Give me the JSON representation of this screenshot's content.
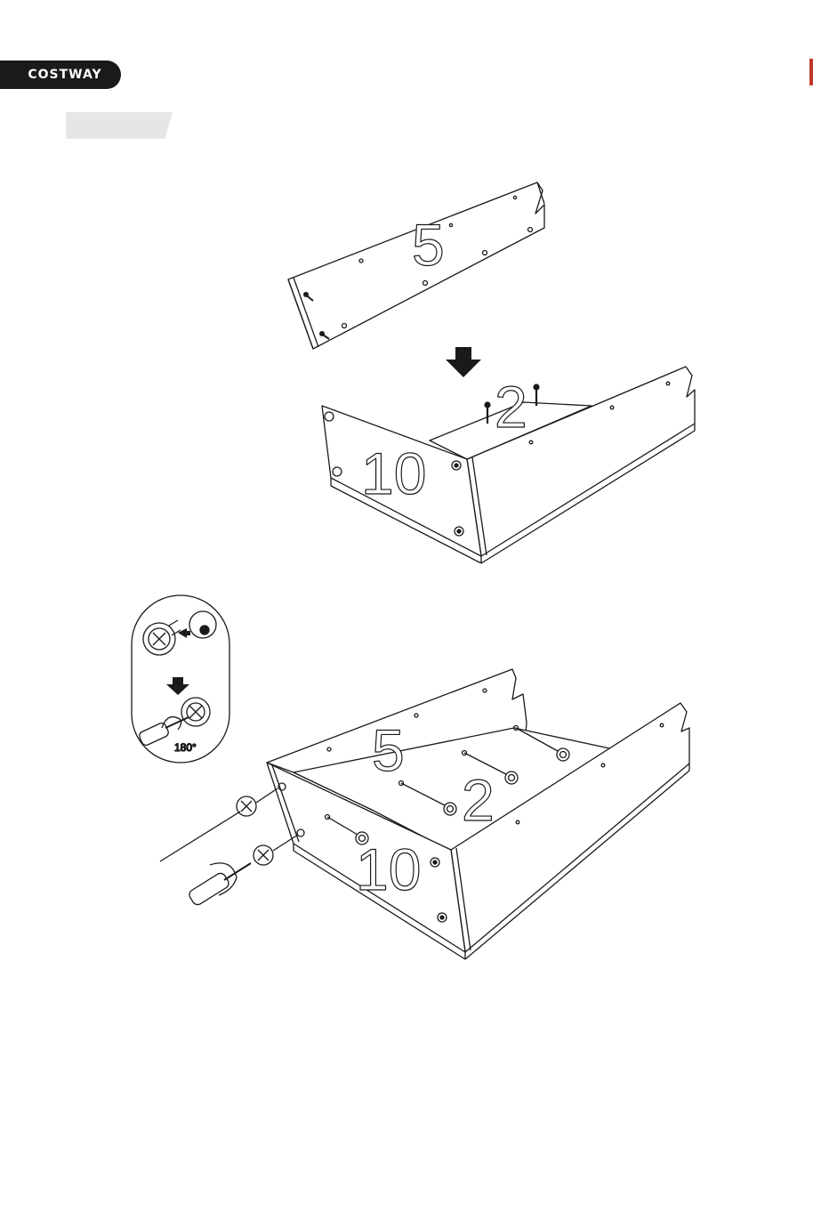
{
  "brand": {
    "name": "COSTWAY"
  },
  "top_diagram": {
    "panel_label_top": "5",
    "panel_label_side": "10",
    "panel_label_bottom": "2"
  },
  "bottom_diagram": {
    "panel_label_top": "5",
    "panel_label_side": "10",
    "panel_label_bottom": "2"
  },
  "inset": {
    "angle_label": "180°"
  },
  "colors": {
    "brand_badge": "#1a1a1a",
    "step_tab": "#e6e6e6",
    "line": "#1a1a1a",
    "edge_mark": "#c0392b"
  },
  "icons": [
    "cam-lock-icon",
    "cam-bolt-icon",
    "screwdriver-icon",
    "down-arrow-icon",
    "rotate-arrow-icon"
  ]
}
